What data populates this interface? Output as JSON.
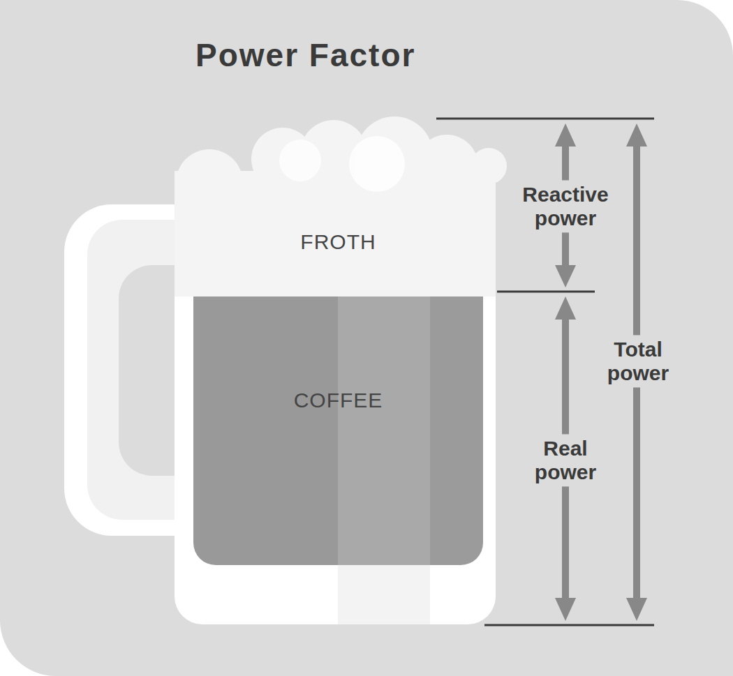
{
  "diagram": {
    "title": "Power Factor",
    "nodes": [
      {
        "text": [
          "FROTH"
        ]
      },
      {
        "text": [
          "COFFEE"
        ]
      }
    ],
    "labels": [
      "Reactive power",
      "Real power",
      "Total power"
    ]
  }
}
